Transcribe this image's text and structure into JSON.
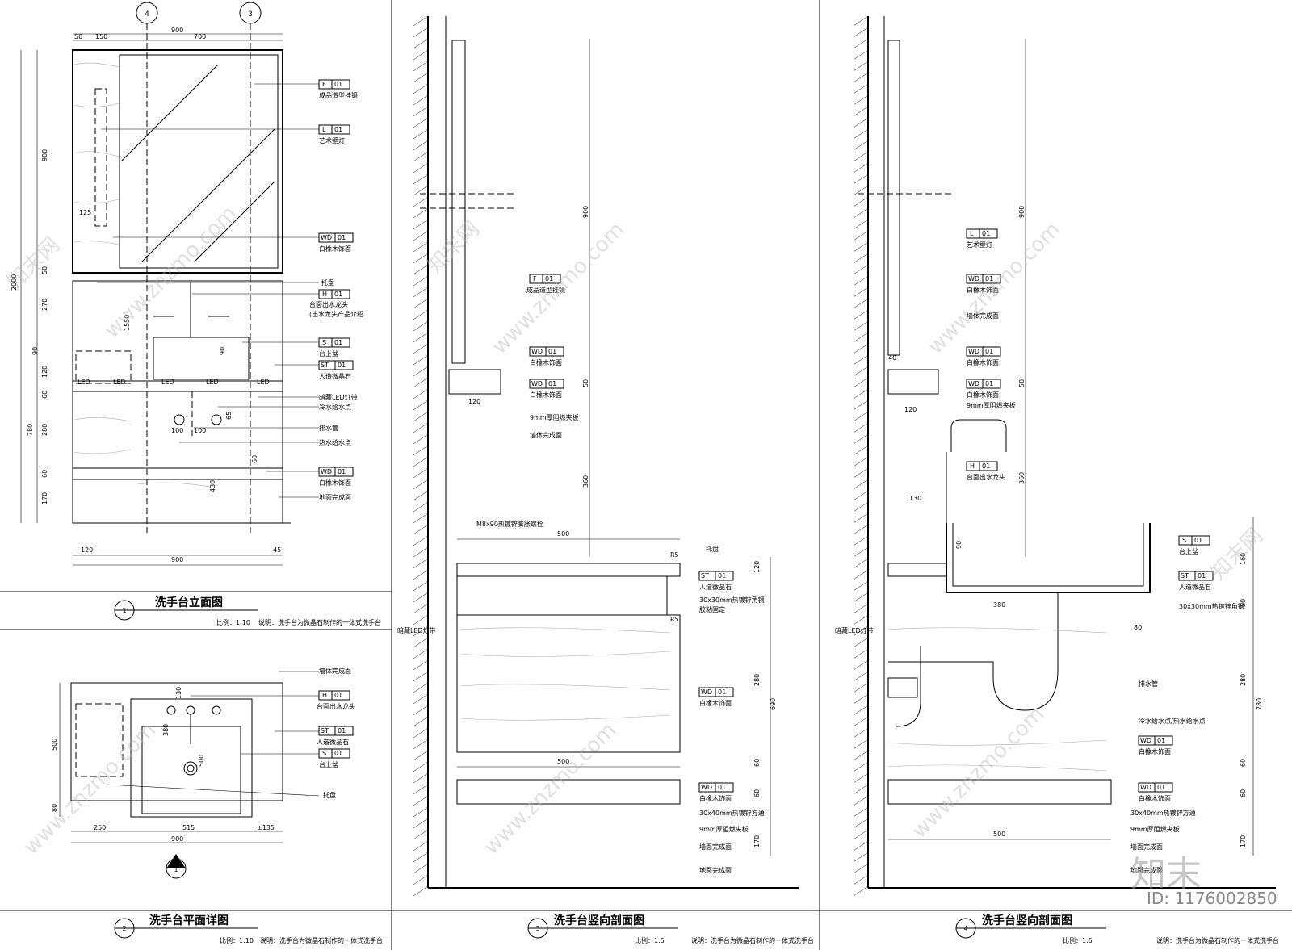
{
  "panel1": {
    "number": "1",
    "title": "洗手台立面图",
    "scale": "比例：1:10",
    "note": "说明：洗手台为微晶石制作的一体式洗手台",
    "axis_a": "4",
    "axis_b": "3",
    "dims_top": [
      "50",
      "150",
      "900",
      "700"
    ],
    "dims_left": [
      "2000",
      "900",
      "125",
      "50",
      "270",
      "1550",
      "90",
      "120",
      "60",
      "780",
      "280",
      "60",
      "170"
    ],
    "dims_inner": [
      "90",
      "65",
      "100",
      "100",
      "60",
      "430"
    ],
    "dims_bottom": [
      "120",
      "900",
      "45"
    ],
    "led_label": "LED",
    "tags": [
      {
        "code": "F",
        "num": "01",
        "text": "成品造型挂镜"
      },
      {
        "code": "L",
        "num": "01",
        "text": "艺术壁灯"
      },
      {
        "code": "WD",
        "num": "01",
        "text": "白橡木饰面"
      },
      {
        "code": "S",
        "num": "01",
        "text": "台上盆"
      },
      {
        "code": "ST",
        "num": "01",
        "text": "人造微晶石"
      },
      {
        "code": "WD",
        "num": "01",
        "text": "白橡木饰面"
      }
    ],
    "labels": [
      "托盘",
      "台面出水龙头",
      "(出水龙头产品介绍",
      "暗藏LED灯带",
      "冷水给水点",
      "排水管",
      "热水给水点",
      "地面完成面"
    ],
    "tag_h": {
      "code": "H",
      "num": "01"
    }
  },
  "panel2": {
    "number": "2",
    "title": "洗手台平面详图",
    "scale": "比例：1:10",
    "note": "说明：洗手台为微晶石制作的一体式洗手台",
    "section_mark": "1",
    "dims": [
      "500",
      "80",
      "130",
      "380",
      "500",
      "250",
      "515",
      "±135",
      "900"
    ],
    "labels": [
      "墙体完成面",
      "托盘"
    ],
    "tags": [
      {
        "code": "H",
        "num": "01",
        "text": "台面出水龙头"
      },
      {
        "code": "ST",
        "num": "01",
        "text": "人造微晶石"
      },
      {
        "code": "S",
        "num": "01",
        "text": "台上盆"
      }
    ]
  },
  "panel3": {
    "number": "3",
    "title": "洗手台竖向剖面图",
    "scale": "比例：1:5",
    "note": "说明：洗手台为微晶石制作的一体式洗手台",
    "dims": [
      "900",
      "50",
      "120",
      "360",
      "500",
      "R5",
      "R5",
      "120",
      "690",
      "280",
      "60",
      "60",
      "500",
      "170"
    ],
    "labels": [
      "M8x90热镀锌膨胀螺栓",
      "托盘",
      "30x30mm热镀锌角钢",
      "胶粘固定",
      "暗藏LED灯带",
      "9mm厚阻燃夹板",
      "墙体完成面",
      "30x40mm热镀锌方通",
      "9mm厚阻燃夹板",
      "墙面完成面",
      "地面完成面"
    ],
    "tags": [
      {
        "code": "F",
        "num": "01",
        "text": "成品造型挂镜"
      },
      {
        "code": "WD",
        "num": "01",
        "text": "白橡木饰面"
      },
      {
        "code": "WD",
        "num": "01",
        "text": "白橡木饰面"
      },
      {
        "code": "ST",
        "num": "01",
        "text": "人造微晶石"
      },
      {
        "code": "WD",
        "num": "01",
        "text": "白橡木饰面"
      },
      {
        "code": "WD",
        "num": "01",
        "text": "白橡木饰面"
      }
    ]
  },
  "panel4": {
    "number": "4",
    "title": "洗手台竖向剖面图",
    "scale": "比例：1:5",
    "note": "说明：洗手台为微晶石制作的一体式洗手台",
    "dims": [
      "900",
      "40",
      "50",
      "120",
      "360",
      "130",
      "90",
      "160",
      "380",
      "50",
      "80",
      "280",
      "780",
      "60",
      "60",
      "500",
      "170"
    ],
    "labels": [
      "墙体完成面",
      "9mm厚阻燃夹板",
      "30x30mm热镀锌角钢",
      "暗藏LED灯带",
      "排水管",
      "冷水给水点/热水给水点",
      "30x40mm热镀锌方通",
      "9mm厚阻燃夹板",
      "墙面完成面",
      "地面完成面"
    ],
    "tags": [
      {
        "code": "L",
        "num": "01",
        "text": "艺术壁灯"
      },
      {
        "code": "WD",
        "num": "01",
        "text": "白橡木饰面"
      },
      {
        "code": "WD",
        "num": "01",
        "text": "白橡木饰面"
      },
      {
        "code": "WD",
        "num": "01",
        "text": "白橡木饰面"
      },
      {
        "code": "H",
        "num": "01",
        "text": "台面出水龙头"
      },
      {
        "code": "S",
        "num": "01",
        "text": "台上盆"
      },
      {
        "code": "ST",
        "num": "01",
        "text": "人造微晶石"
      },
      {
        "code": "WD",
        "num": "01",
        "text": "白橡木饰面"
      },
      {
        "code": "WD",
        "num": "01",
        "text": "白橡木饰面"
      }
    ]
  },
  "watermarks": {
    "site": "www.znzmo.com",
    "brand": "知末网",
    "logo": "知末",
    "id": "ID: 1176002850"
  }
}
